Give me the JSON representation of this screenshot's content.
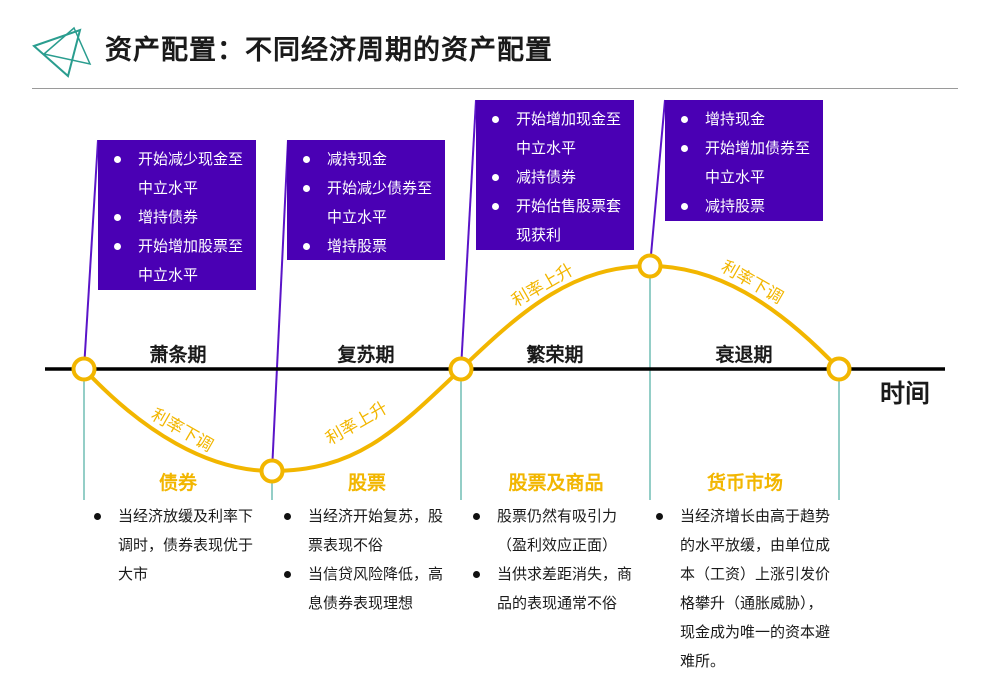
{
  "title": "资产配置：不同经济周期的资产配置",
  "axis_label": "时间",
  "colors": {
    "accent_yellow": "#f2b600",
    "box_purple": "#4a00b4",
    "line_purple": "#5a14c8",
    "teal": "#2a9d8f"
  },
  "phases": [
    {
      "name": "萧条期",
      "rate": "利率下调",
      "asset": "债券",
      "actions": [
        "开始减少现金至中立水平",
        "增持债券",
        "开始增加股票至中立水平"
      ],
      "notes": [
        "当经济放缓及利率下调时，债券表现优于大市"
      ]
    },
    {
      "name": "复苏期",
      "rate": "利率上升",
      "asset": "股票",
      "actions": [
        "减持现金",
        "开始减少债券至中立水平",
        "增持股票"
      ],
      "notes": [
        "当经济开始复苏，股票表现不俗",
        "当信贷风险降低，高息债券表现理想"
      ]
    },
    {
      "name": "繁荣期",
      "rate": "利率上升",
      "asset": "股票及商品",
      "actions": [
        "开始增加现金至中立水平",
        "减持债券",
        "开始估售股票套现获利"
      ],
      "notes": [
        "股票仍然有吸引力（盈利效应正面）",
        "当供求差距消失，商品的表现通常不俗"
      ]
    },
    {
      "name": "衰退期",
      "rate": "利率下调",
      "asset": "货币市场",
      "actions": [
        "增持现金",
        "开始增加债券至中立水平",
        "减持股票"
      ],
      "notes": [
        "当经济增长由高于趋势的水平放缓，由单位成本（工资）上涨引发价格攀升（通胀威胁），现金成为唯一的资本避难所。"
      ]
    }
  ]
}
